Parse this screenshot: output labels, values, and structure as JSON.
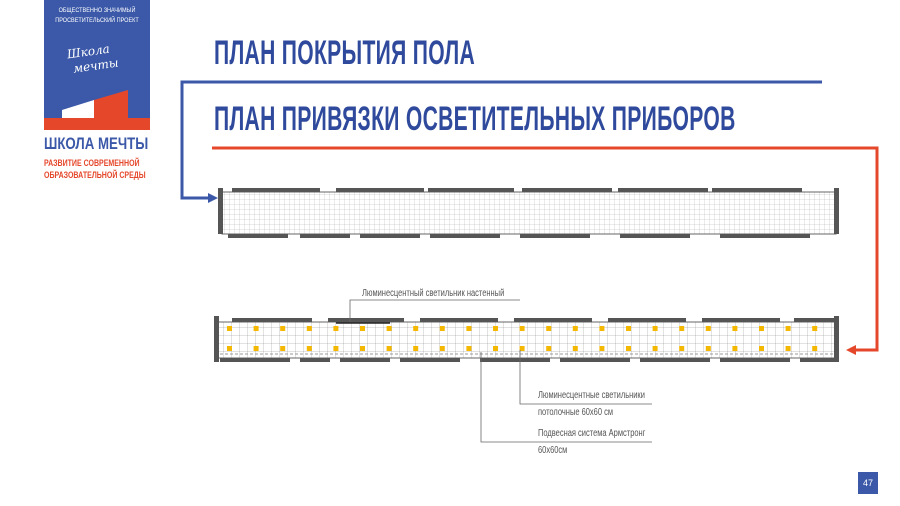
{
  "logo": {
    "top_text": [
      "ОБЩЕСТВЕННО ЗНАЧИМЫЙ",
      "ПРОСВЕТИТЕЛЬСКИЙ ПРОЕКТ"
    ],
    "script_text": [
      "Школа",
      "мечты"
    ],
    "brand": "ШКОЛА МЕЧТЫ",
    "subtitle": [
      "РАЗВИТИЕ СОВРЕМЕННОЙ",
      "ОБРАЗОВАТЕЛЬНОЙ СРЕДЫ"
    ]
  },
  "titles": {
    "floor": "ПЛАН ПОКРЫТИЯ ПОЛА",
    "lighting": "ПЛАН ПРИВЯЗКИ ОСВЕТИТЕЛЬНЫХ ПРИБОРОВ"
  },
  "notes": {
    "wall_lamp": "Люминесцентный светильник настенный",
    "ceiling_lamps": [
      "Люминесцентные светильники",
      "потолочные 60х60 см"
    ],
    "armstrong": [
      "Подвесная система Армстронг",
      "60х60см"
    ]
  },
  "page_number": "47",
  "colors": {
    "blue": "#3b59a8",
    "red": "#e5472b",
    "lamp": "#f5b800"
  }
}
